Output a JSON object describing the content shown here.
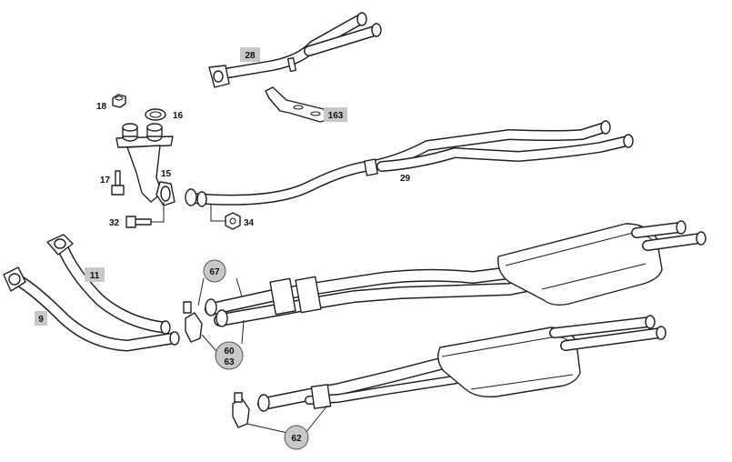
{
  "callouts": {
    "p28": "28",
    "p163": "163",
    "p18": "18",
    "p16": "16",
    "p17": "17",
    "p15": "15",
    "p32": "32",
    "p34": "34",
    "p29": "29",
    "p11": "11",
    "p9": "9",
    "p67": "67",
    "p60": "60",
    "p63": "63",
    "p62": "62"
  }
}
